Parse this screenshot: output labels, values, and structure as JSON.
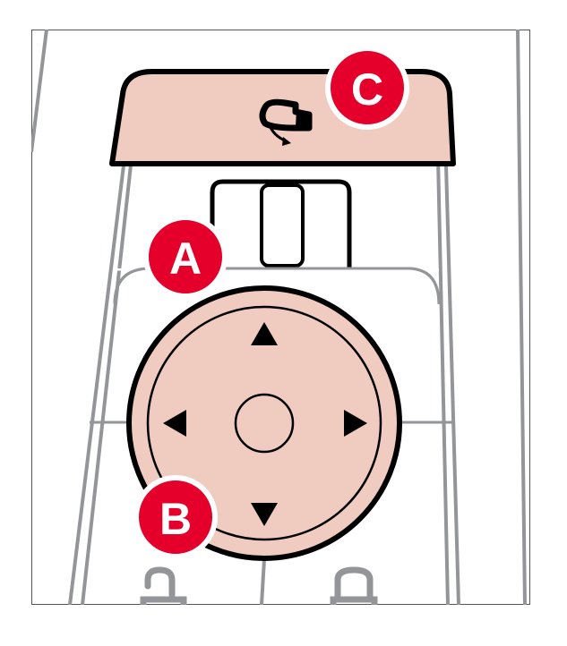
{
  "callouts": [
    {
      "label": "A",
      "target": "mirror-toggle-switch"
    },
    {
      "label": "B",
      "target": "directional-pad"
    },
    {
      "label": "C",
      "target": "mirror-fold-button"
    }
  ],
  "colors": {
    "accent": "#e4002b",
    "button_fill": "#f0cbbf",
    "outline": "#000000",
    "body_lines": "#939598"
  }
}
